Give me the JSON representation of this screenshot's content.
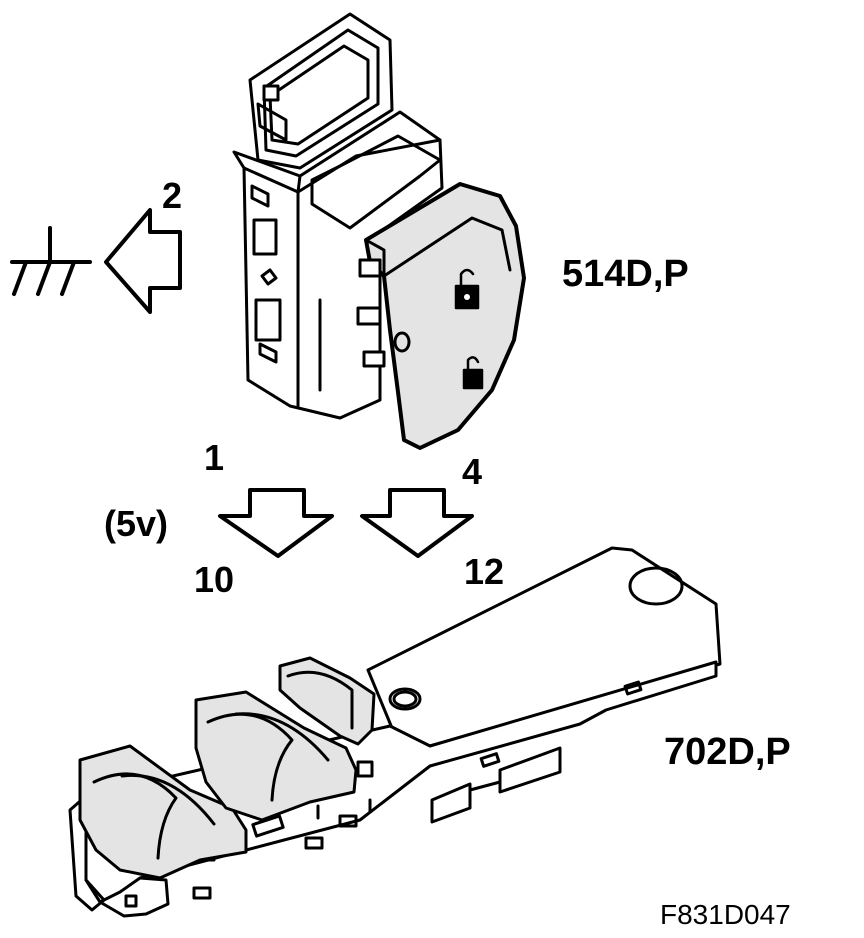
{
  "labels": {
    "switch_upper": "514D,P",
    "switch_lower": "702D,P",
    "pin_2": "2",
    "pin_1": "1",
    "pin_4": "4",
    "pin_10": "10",
    "pin_12": "12",
    "voltage": "(5v)",
    "figure_code": "F831D047"
  },
  "icons": {
    "ground": "ground-symbol-icon",
    "lock": "lock-icon",
    "arrows": [
      "arrow-left-icon",
      "arrow-down-icon",
      "arrow-down-icon"
    ]
  },
  "colors": {
    "line": "#000000",
    "background": "#ffffff",
    "part_fill": "#e4e4e4"
  }
}
